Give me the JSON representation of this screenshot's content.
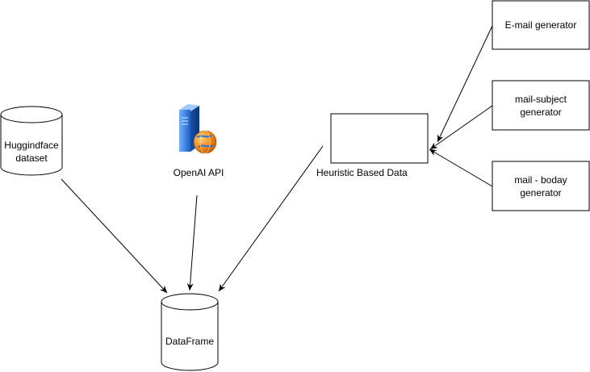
{
  "diagram": {
    "nodes": {
      "huggingface": {
        "label": "Huggindface\ndataset",
        "shape": "cylinder"
      },
      "openai": {
        "label": "OpenAI API",
        "shape": "server-globe-icon"
      },
      "heuristic": {
        "label": "Heuristic Based Data",
        "shape": "rectangle"
      },
      "email_gen": {
        "label": "E-mail generator",
        "shape": "rectangle"
      },
      "subject_gen": {
        "label": "mail-subject\ngenerator",
        "shape": "rectangle"
      },
      "body_gen": {
        "label": "mail - boday\ngenerator",
        "shape": "rectangle"
      },
      "dataframe": {
        "label": "DataFrame",
        "shape": "cylinder"
      }
    },
    "edges": [
      {
        "from": "huggingface",
        "to": "dataframe"
      },
      {
        "from": "openai",
        "to": "dataframe"
      },
      {
        "from": "heuristic",
        "to": "dataframe"
      },
      {
        "from": "email_gen",
        "to": "heuristic"
      },
      {
        "from": "subject_gen",
        "to": "heuristic"
      },
      {
        "from": "body_gen",
        "to": "heuristic"
      }
    ]
  },
  "colors": {
    "stroke": "#000000",
    "fill": "#ffffff",
    "server_blue": "#2f6fd6",
    "globe_orange": "#f08a1c"
  }
}
